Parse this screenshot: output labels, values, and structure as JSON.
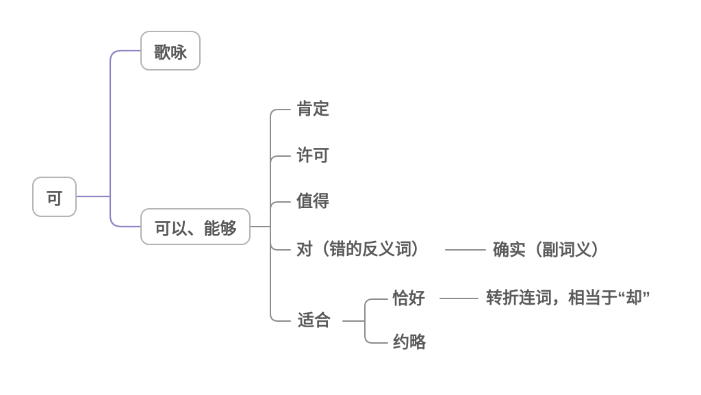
{
  "mindmap": {
    "root": {
      "label": "可"
    },
    "branches": [
      {
        "label": "歌咏"
      },
      {
        "label": "可以、能够",
        "children": [
          {
            "label": "肯定"
          },
          {
            "label": "许可"
          },
          {
            "label": "值得"
          },
          {
            "label": "对（错的反义词）",
            "children": [
              {
                "label": "确实（副词义）"
              }
            ]
          },
          {
            "label": "适合",
            "children": [
              {
                "label": "恰好",
                "children": [
                  {
                    "label": "转折连词，相当于“却”"
                  }
                ]
              },
              {
                "label": "约略"
              }
            ]
          }
        ]
      }
    ]
  },
  "colors": {
    "background": "#ffffff",
    "root_branch_line": "#8d85c4",
    "sub_branch_line": "#8f8d8c",
    "node_text": "#5a5a5a",
    "node_border": "#b6b3b1"
  }
}
